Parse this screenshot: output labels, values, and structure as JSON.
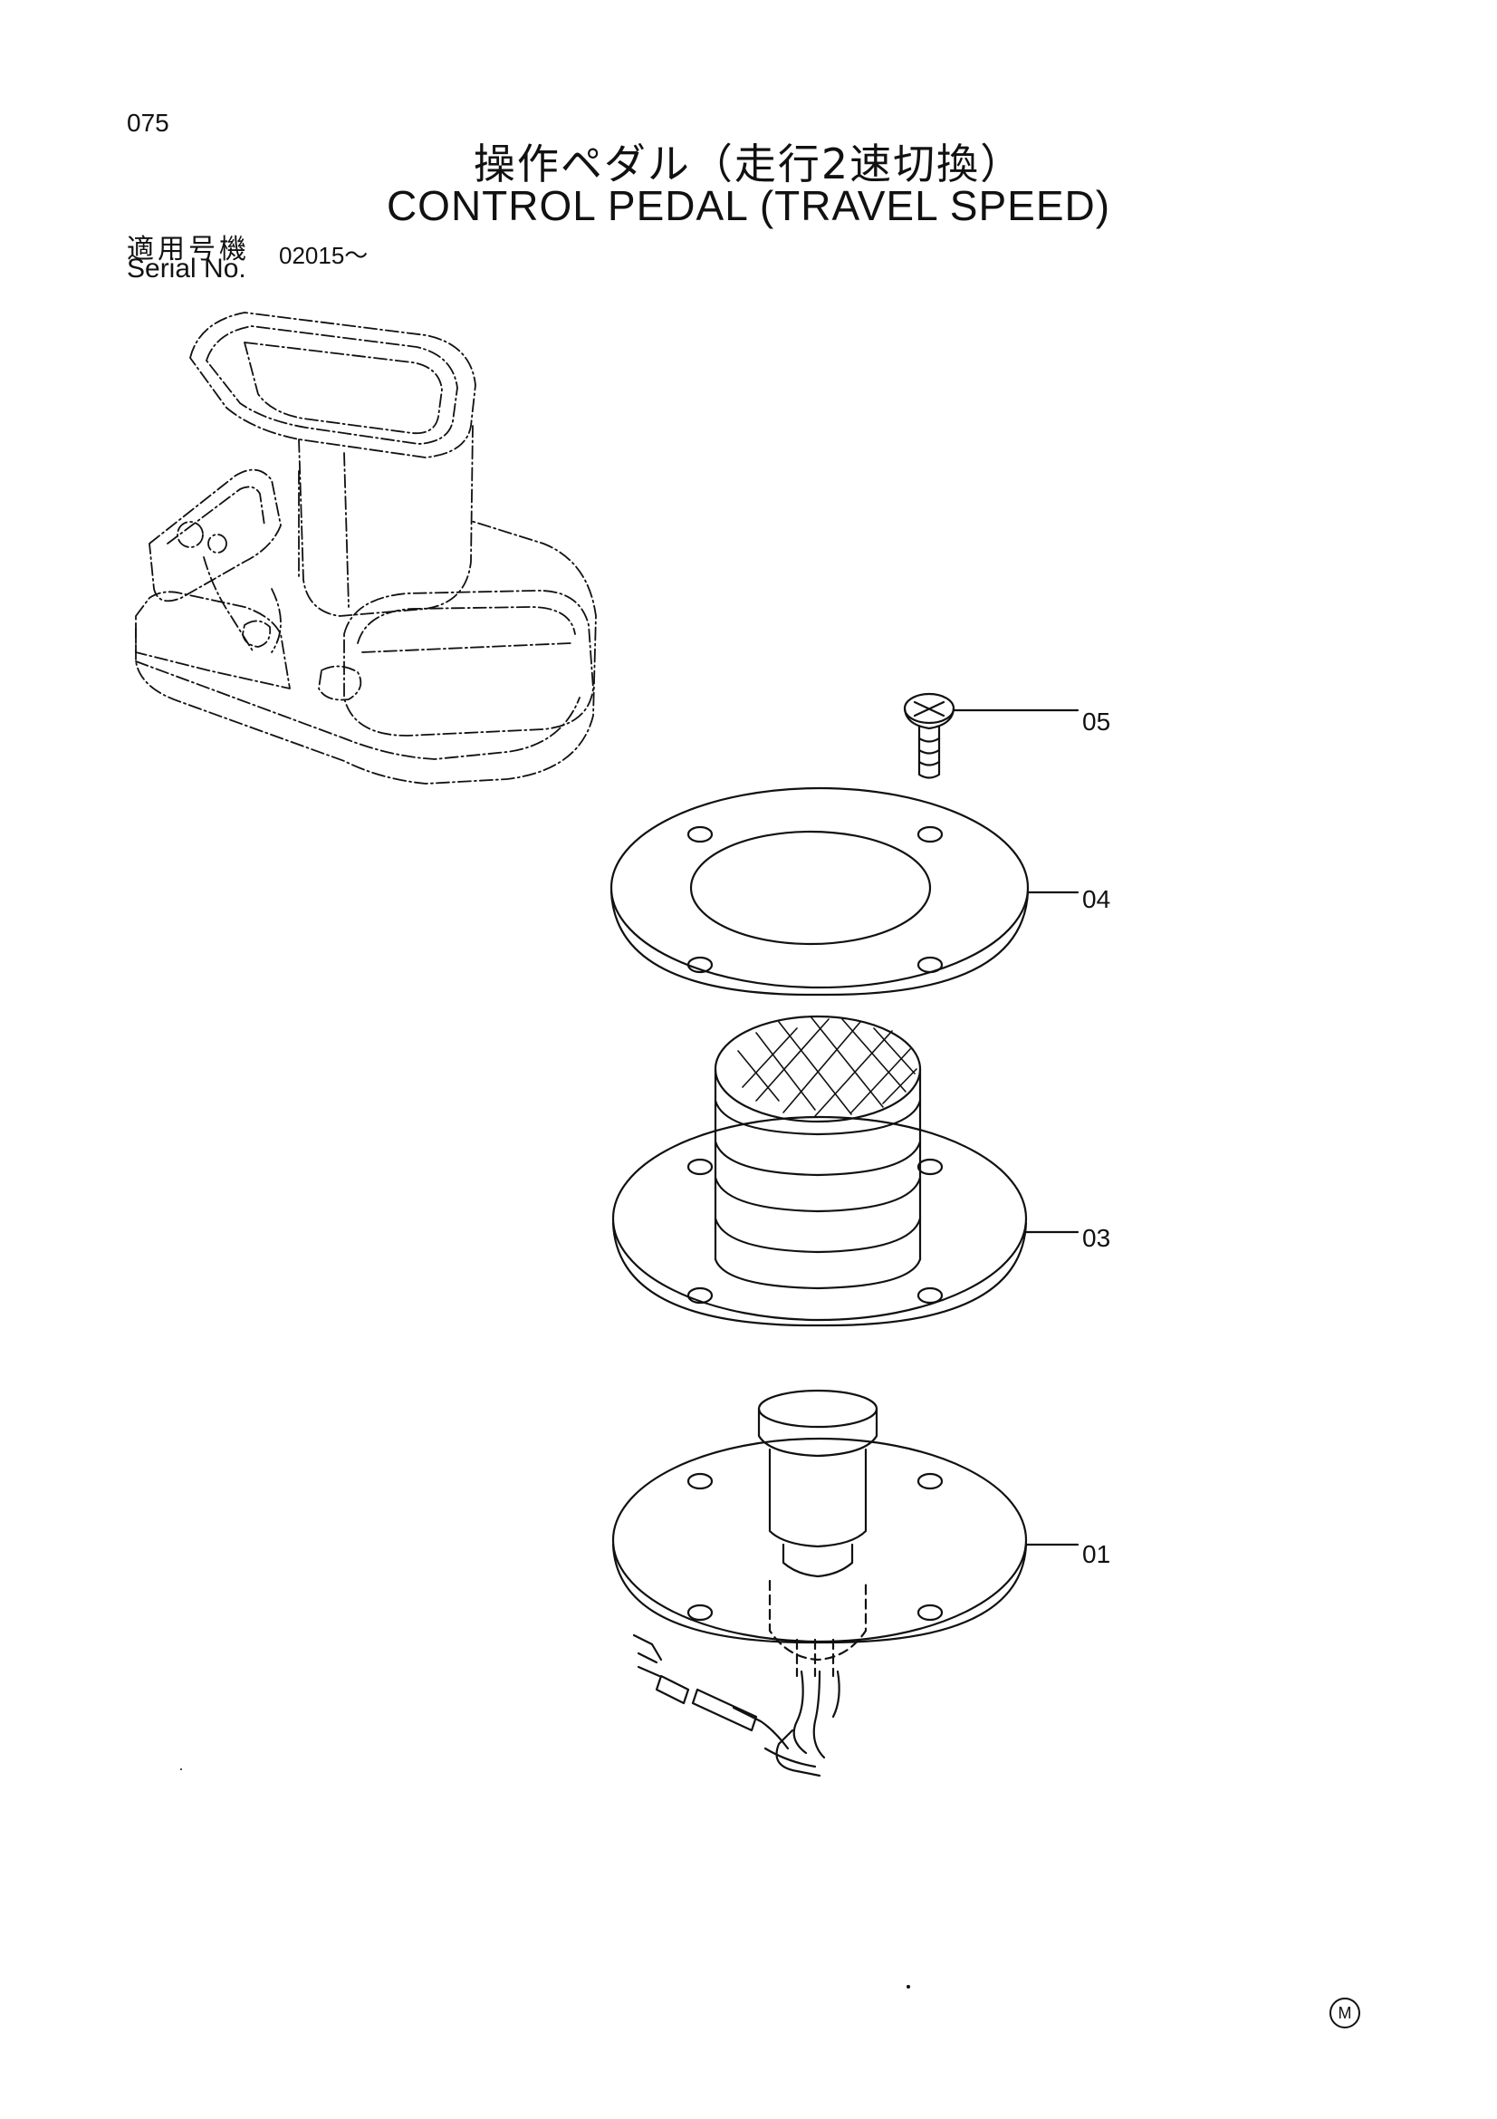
{
  "page": {
    "number": "075"
  },
  "title": {
    "japanese": "操作ペダル（走行2速切換）",
    "english": "CONTROL PEDAL (TRAVEL SPEED)"
  },
  "serial": {
    "label_jp": "適用号機",
    "label_en": "Serial No.",
    "value": "02015～"
  },
  "parts": [
    {
      "callout": "05",
      "part": "screw"
    },
    {
      "callout": "04",
      "part": "ring-plate"
    },
    {
      "callout": "03",
      "part": "pedal-cover"
    },
    {
      "callout": "01",
      "part": "pedal-switch"
    }
  ],
  "mark": "M"
}
